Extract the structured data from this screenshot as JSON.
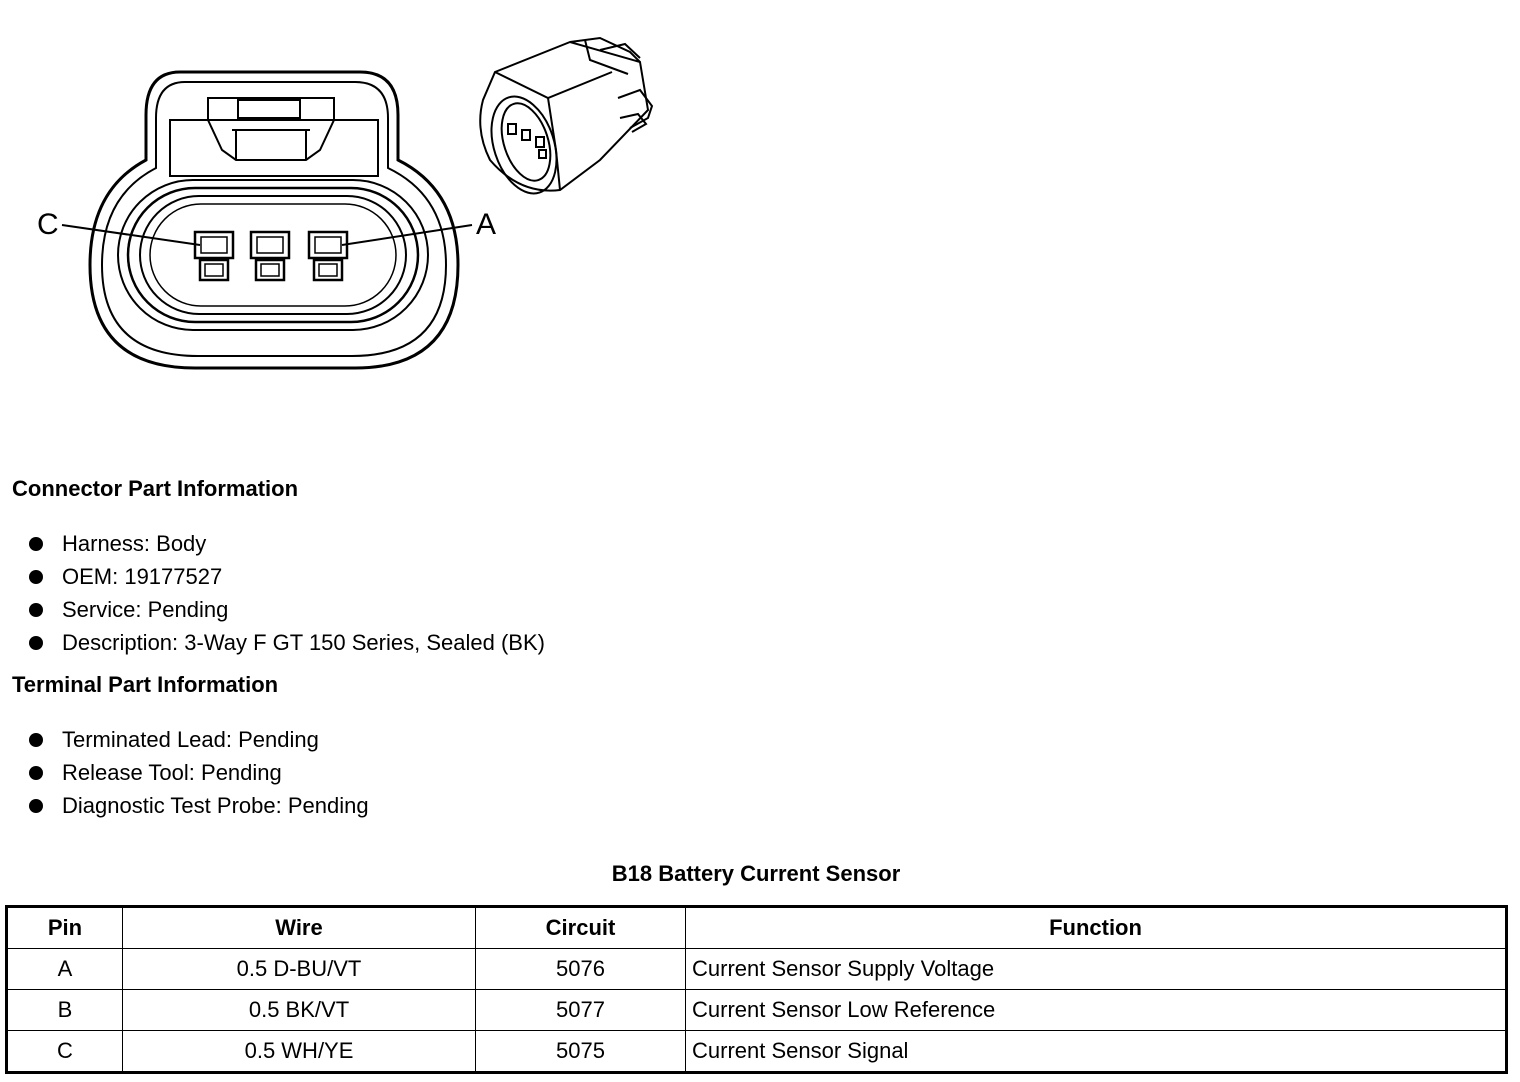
{
  "diagram": {
    "pin_labels": {
      "left": "C",
      "right": "A"
    }
  },
  "connector_info": {
    "heading": "Connector Part Information",
    "items": [
      "Harness: Body",
      "OEM: 19177527",
      "Service: Pending",
      "Description: 3-Way F GT 150 Series, Sealed (BK)"
    ]
  },
  "terminal_info": {
    "heading": "Terminal Part Information",
    "items": [
      "Terminated Lead: Pending",
      "Release Tool: Pending",
      "Diagnostic Test Probe: Pending"
    ]
  },
  "table": {
    "title": "B18 Battery Current Sensor",
    "headers": [
      "Pin",
      "Wire",
      "Circuit",
      "Function"
    ],
    "rows": [
      [
        "A",
        "0.5 D-BU/VT",
        "5076",
        "Current Sensor Supply Voltage"
      ],
      [
        "B",
        "0.5 BK/VT",
        "5077",
        "Current Sensor Low Reference"
      ],
      [
        "C",
        "0.5 WH/YE",
        "5075",
        "Current Sensor Signal"
      ]
    ]
  }
}
